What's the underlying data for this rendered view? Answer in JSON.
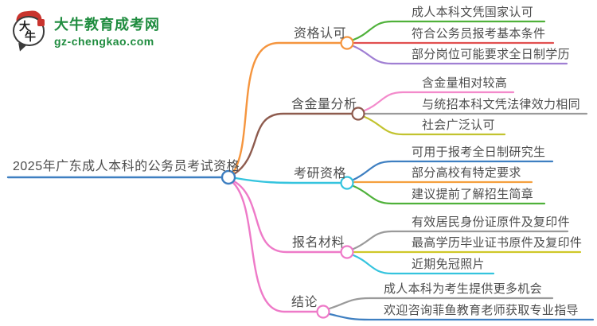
{
  "logo": {
    "icon_text_top": "大",
    "icon_text_bottom": "牛",
    "title": "大牛教育成考网",
    "domain": "gz-chengkao.com",
    "brand_green": "#1F8C3F",
    "brand_red": "#C9342E"
  },
  "root": {
    "label": "2025年广东成人本科的公务员考试资格",
    "color": "#3E7FC1"
  },
  "branches": [
    {
      "label": "资格认可",
      "color": "#F5953E",
      "leaves": [
        {
          "label": "成人本科文凭国家认可",
          "color": "#4FB13A"
        },
        {
          "label": "符合公务员报考基本条件",
          "color": "#E14F4F"
        },
        {
          "label": "部分岗位可能要求全日制学历",
          "color": "#A07FD3"
        }
      ]
    },
    {
      "label": "含金量分析",
      "color": "#8E5B4E",
      "leaves": [
        {
          "label": "含金量相对较高",
          "color": "#F38ACB"
        },
        {
          "label": "与统招本科文凭法律效力相同",
          "color": "#9A9A9A"
        },
        {
          "label": "社会广泛认可",
          "color": "#C2C32F"
        }
      ]
    },
    {
      "label": "考研资格",
      "color": "#35C4DE",
      "leaves": [
        {
          "label": "可用于报考全日制研究生",
          "color": "#3E7FC1"
        },
        {
          "label": "部分高校有特定要求",
          "color": "#F5A03E"
        },
        {
          "label": "建议提前了解招生简章",
          "color": "#4FB13A"
        }
      ]
    },
    {
      "label": "报名材料",
      "color": "#EE7AC8",
      "leaves": [
        {
          "label": "有效居民身份证原件及复印件",
          "color": "#9A9A9A"
        },
        {
          "label": "最高学历毕业证书原件及复印件",
          "color": "#CFC829"
        },
        {
          "label": "近期免冠照片",
          "color": "#35C4DE"
        }
      ]
    },
    {
      "label": "结论",
      "color": "#EE7AC8",
      "leaves": [
        {
          "label": "成人本科为考生提供更多机会",
          "color": "#9A9A9A"
        },
        {
          "label": "欢迎咨询菲鱼教育老师获取专业指导",
          "color": "#3E7FC1"
        }
      ]
    }
  ]
}
